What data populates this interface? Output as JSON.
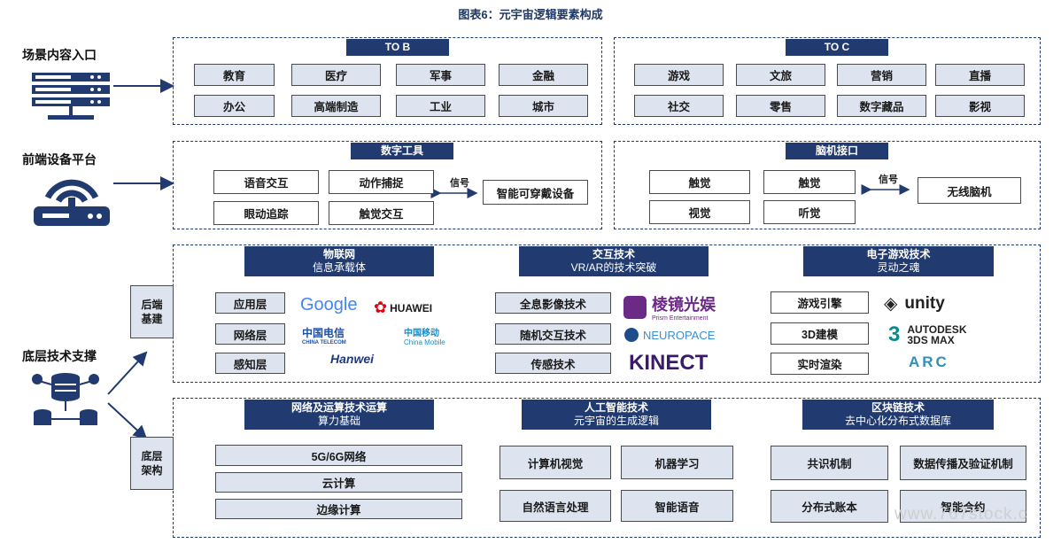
{
  "title": "图表6：元宇宙逻辑要素构成",
  "left": {
    "scene": "场景内容入口",
    "device": "前端设备平台",
    "tech": "底层技术支撑"
  },
  "toB": {
    "header": "TO B",
    "items": [
      "教育",
      "医疗",
      "军事",
      "金融",
      "办公",
      "高端制造",
      "工业",
      "城市"
    ]
  },
  "toC": {
    "header": "TO C",
    "items": [
      "游戏",
      "文旅",
      "营销",
      "直播",
      "社交",
      "零售",
      "数字藏品",
      "影视"
    ]
  },
  "digital": {
    "header": "数字工具",
    "items": [
      "语音交互",
      "动作捕捉",
      "眼动追踪",
      "触觉交互"
    ],
    "signal": "信号",
    "device": "智能可穿戴设备"
  },
  "bci": {
    "header": "脑机接口",
    "items": [
      "触觉",
      "触觉",
      "视觉",
      "听觉"
    ],
    "signal": "信号",
    "device": "无线脑机"
  },
  "backend": {
    "side": [
      "后端",
      "基建"
    ],
    "iot": {
      "title": "物联网",
      "sub": "信息承载体",
      "items": [
        "应用层",
        "网络层",
        "感知层"
      ]
    },
    "interact": {
      "title": "交互技术",
      "sub": "VR/AR的技术突破",
      "items": [
        "全息影像技术",
        "随机交互技术",
        "传感技术"
      ]
    },
    "game": {
      "title": "电子游戏技术",
      "sub": "灵动之魂",
      "items": [
        "游戏引擎",
        "3D建模",
        "实时渲染"
      ]
    }
  },
  "bottom": {
    "side": [
      "底层",
      "架构"
    ],
    "net": {
      "title": "网络及运算技术运算",
      "sub": "算力基础",
      "items": [
        "5G/6G网络",
        "云计算",
        "边缘计算"
      ]
    },
    "ai": {
      "title": "人工智能技术",
      "sub": "元宇宙的生成逻辑",
      "items": [
        "计算机视觉",
        "机器学习",
        "自然语言处理",
        "智能语音"
      ]
    },
    "chain": {
      "title": "区块链技术",
      "sub": "去中心化分布式数据库",
      "items": [
        "共识机制",
        "数据传播及验证机制",
        "分布式账本",
        "智能合约"
      ]
    }
  },
  "logos": {
    "google": "Google",
    "huawei": "HUAWEI",
    "telecom": "中国电信",
    "telecom_en": "CHINA TELECOM",
    "mobile": "中国移动",
    "mobile_en": "China Mobile",
    "hanwei": "Hanwei",
    "prism": "棱镜光娱",
    "prism_en": "Prism Entertainment",
    "neuropace": "NEUROPACE",
    "kinect": "KINECT",
    "unity": "unity",
    "autodesk1": "AUTODESK",
    "autodesk2": "3DS MAX",
    "arc": "ARC"
  },
  "watermark": "www.767stock.c",
  "colors": {
    "navy": "#213a70",
    "box": "#dde3ef"
  }
}
